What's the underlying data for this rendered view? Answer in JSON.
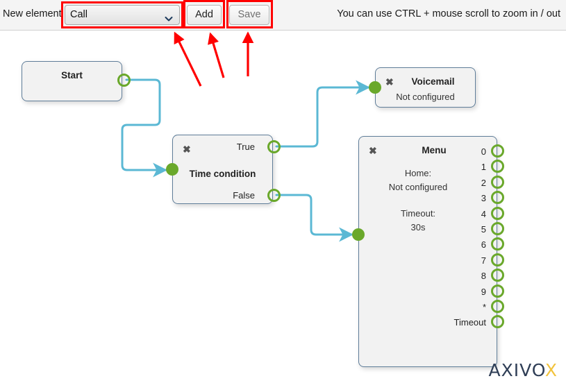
{
  "toolbar": {
    "new_element_label": "New element",
    "select": {
      "value": "Call",
      "icon": "chevron-down-icon"
    },
    "add_label": "Add",
    "save_label": "Save",
    "zoom_hint": "You can use CTRL + mouse scroll to zoom in / out"
  },
  "annotations": {
    "color": "#ff0000",
    "highlight_targets": [
      "element-select",
      "add-button",
      "save-button"
    ],
    "arrow_count": 3
  },
  "colors": {
    "node_border": "#5f7d99",
    "node_fill": "#f2f2f2",
    "port_green": "#6aa82b",
    "link_blue": "#5bb8d4",
    "toolbar_bg": "#f4f4f4",
    "logo_dark": "#2f3e56",
    "logo_accent": "#f2c33d"
  },
  "nodes": [
    {
      "id": "start",
      "name": "Start",
      "title": "Start",
      "closable": false,
      "body_lines": [],
      "inputs": [],
      "outputs": [
        {
          "label": "",
          "filled": false
        }
      ]
    },
    {
      "id": "time-condition",
      "name": "Time condition",
      "title": "Time condition",
      "closable": true,
      "close_icon": "close-icon",
      "body_lines": [],
      "inputs": [
        {
          "filled": true
        }
      ],
      "outputs": [
        {
          "label": "True",
          "filled": false
        },
        {
          "label": "False",
          "filled": false
        }
      ]
    },
    {
      "id": "voicemail",
      "name": "Voicemail",
      "title": "Voicemail",
      "closable": true,
      "close_icon": "close-icon",
      "body_lines": [
        "Not configured"
      ],
      "inputs": [
        {
          "filled": true
        }
      ],
      "outputs": []
    },
    {
      "id": "menu",
      "name": "Menu",
      "title": "Menu",
      "closable": true,
      "close_icon": "close-icon",
      "body_lines": [
        "Home:",
        "Not configured",
        "",
        "Timeout:",
        "30s"
      ],
      "inputs": [
        {
          "filled": true
        }
      ],
      "outputs": [
        {
          "label": "0",
          "filled": false
        },
        {
          "label": "1",
          "filled": false
        },
        {
          "label": "2",
          "filled": false
        },
        {
          "label": "3",
          "filled": false
        },
        {
          "label": "4",
          "filled": false
        },
        {
          "label": "5",
          "filled": false
        },
        {
          "label": "6",
          "filled": false
        },
        {
          "label": "7",
          "filled": false
        },
        {
          "label": "8",
          "filled": false
        },
        {
          "label": "9",
          "filled": false
        },
        {
          "label": "*",
          "filled": false
        },
        {
          "label": "Timeout",
          "filled": false
        }
      ]
    }
  ],
  "menu_node": {
    "title": "Menu",
    "home_label": "Home:",
    "home_value": "Not configured",
    "timeout_label": "Timeout:",
    "timeout_value": "30s",
    "ports": [
      "0",
      "1",
      "2",
      "3",
      "4",
      "5",
      "6",
      "7",
      "8",
      "9",
      "*",
      "Timeout"
    ]
  },
  "voicemail_node": {
    "title": "Voicemail",
    "status": "Not configured"
  },
  "time_condition_node": {
    "title": "Time condition",
    "true_label": "True",
    "false_label": "False"
  },
  "start_node": {
    "title": "Start"
  },
  "links": [
    {
      "from": "start.out",
      "to": "time-condition.in"
    },
    {
      "from": "time-condition.true",
      "to": "voicemail.in"
    },
    {
      "from": "time-condition.false",
      "to": "menu.in"
    }
  ],
  "logo": {
    "text_main": "AXIVO",
    "text_accent": "X"
  }
}
